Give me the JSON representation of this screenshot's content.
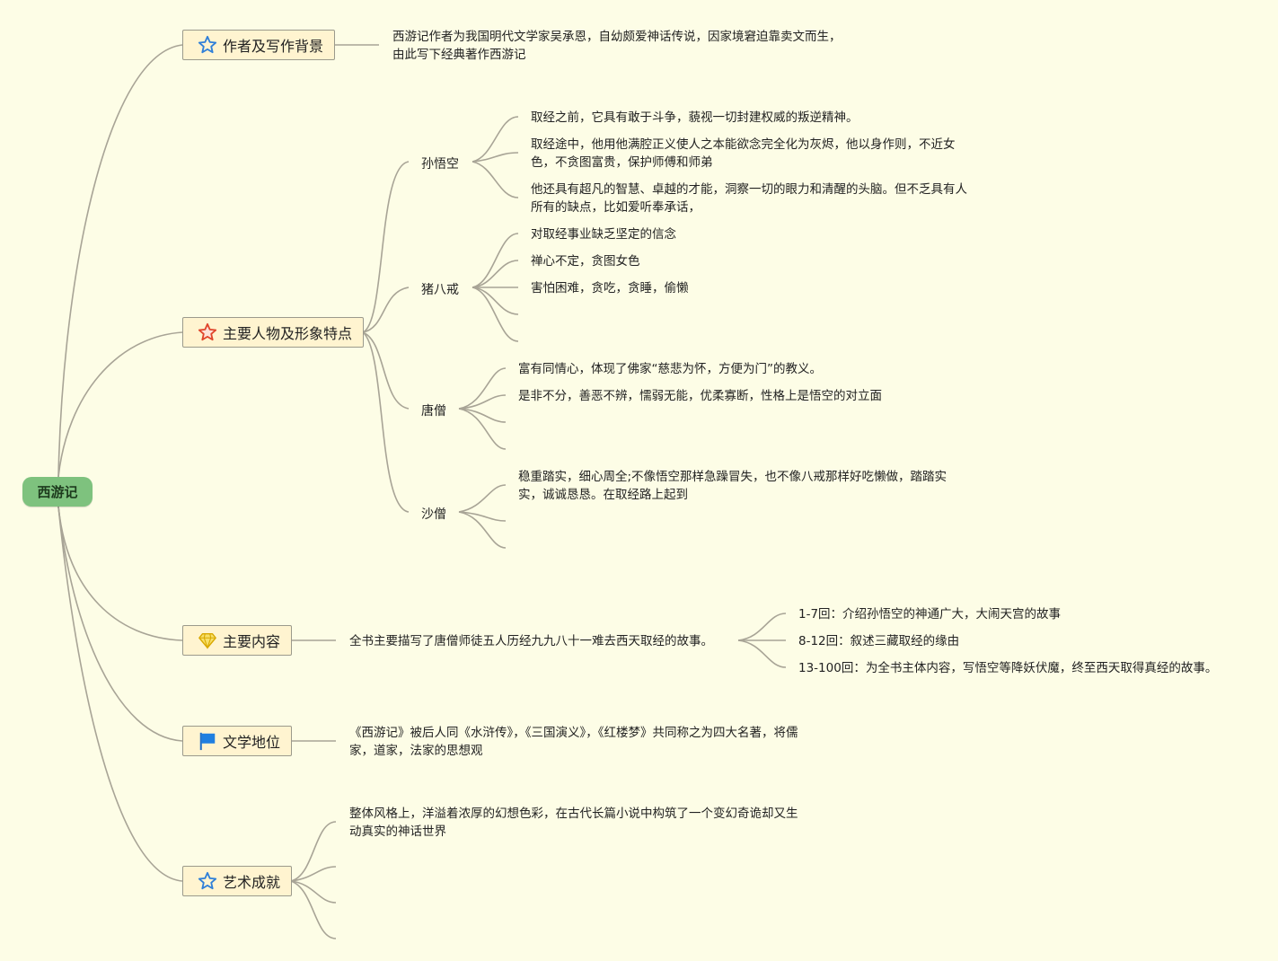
{
  "root": {
    "label": "西游记"
  },
  "author": {
    "label": "作者及写作背景",
    "text": "西游记作者为我国明代文学家吴承恩，自幼颇爱神话传说，因家境窘迫靠卖文而生，由此写下经典著作西游记"
  },
  "characters": {
    "label": "主要人物及形象特点",
    "sunwukong": {
      "name": "孙悟空",
      "items": [
        "取经之前，它具有敢于斗争，藐视一切封建权威的叛逆精神。",
        "取经途中，他用他满腔正义使人之本能欲念完全化为灰烬，他以身作则，不近女色，不贪图富贵，保护师傅和师弟",
        "他还具有超凡的智慧、卓越的才能，洞察一切的眼力和清醒的头脑。但不乏具有人所有的缺点，比如爱听奉承话，"
      ]
    },
    "zhubajie": {
      "name": "猪八戒",
      "items": [
        "对取经事业缺乏坚定的信念",
        "禅心不定，贪图女色",
        "害怕困难，贪吃，贪睡，偷懒"
      ]
    },
    "tangseng": {
      "name": "唐僧",
      "items": [
        "富有同情心，体现了佛家“慈悲为怀，方便为门”的教义。",
        "是非不分，善恶不辨，懦弱无能，优柔寡断，性格上是悟空的对立面"
      ]
    },
    "shaseng": {
      "name": "沙僧",
      "items": [
        "稳重踏实，细心周全;不像悟空那样急躁冒失，也不像八戒那样好吃懒做，踏踏实实，诚诚恳恳。在取经路上起到"
      ]
    }
  },
  "content": {
    "label": "主要内容",
    "text": "全书主要描写了唐僧师徒五人历经九九八十一难去西天取经的故事。",
    "items": [
      "1-7回：介绍孙悟空的神通广大，大闹天宫的故事",
      "8-12回：叙述三藏取经的缘由",
      "13-100回：为全书主体内容，写悟空等降妖伏魔，终至西天取得真经的故事。"
    ]
  },
  "status": {
    "label": "文学地位",
    "text": "《西游记》被后人同《水浒传》，《三国演义》，《红楼梦》共同称之为四大名著，将儒家，道家，法家的思想观"
  },
  "art": {
    "label": "艺术成就",
    "items": [
      "整体风格上，洋溢着浓厚的幻想色彩，在古代长篇小说中构筑了一个变幻奇诡却又生动真实的神话世界"
    ]
  },
  "icons": {
    "author": "blue-star-icon",
    "characters": "red-star-icon",
    "content": "diamond-icon",
    "status": "blue-flag-icon",
    "art": "blue-star-icon"
  },
  "colors": {
    "background": "#fdfde6",
    "root": "#7ec27e",
    "topic": "#fff4d0",
    "line": "#a8a496"
  }
}
